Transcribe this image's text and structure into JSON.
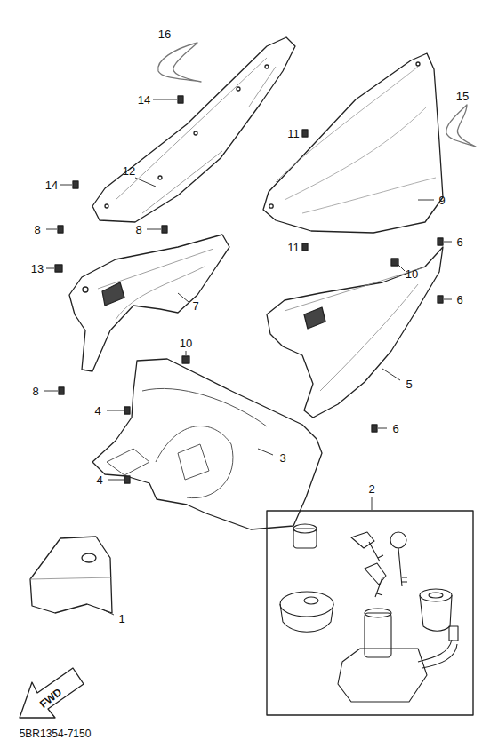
{
  "diagram": {
    "labels": [
      "16",
      "15",
      "14",
      "12",
      "14",
      "11",
      "9",
      "8",
      "8",
      "13",
      "6",
      "11",
      "10",
      "6",
      "7",
      "8",
      "6",
      "5",
      "10",
      "4",
      "3",
      "4",
      "2",
      "1",
      "FWD",
      "5BR1354-7150"
    ]
  }
}
